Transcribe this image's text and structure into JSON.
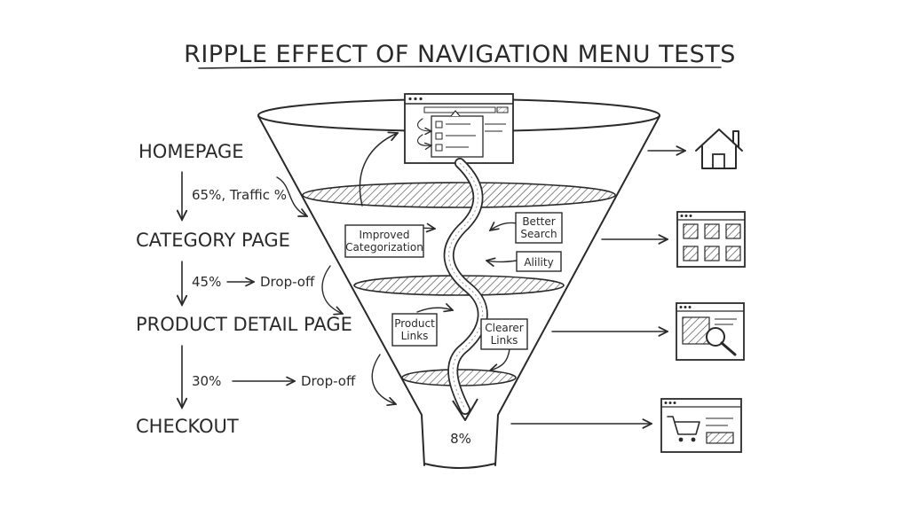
{
  "title": "RIPPLE EFFECT OF NAVIGATION MENU TESTS",
  "stages": [
    {
      "label": "HOMEPAGE"
    },
    {
      "label": "CATEGORY PAGE"
    },
    {
      "label": "PRODUCT DETAIL PAGE"
    },
    {
      "label": "CHECKOUT"
    }
  ],
  "metrics": [
    {
      "text": "65%, Traffic %"
    },
    {
      "value": "45%",
      "note": "Drop-off"
    },
    {
      "value": "30%",
      "note": "Drop-off"
    }
  ],
  "boxes": {
    "improved": [
      "Improved",
      "Categorization"
    ],
    "better_search": [
      "Better",
      "Search"
    ],
    "ability": [
      "Alility"
    ],
    "product_links": [
      "Product",
      "Links"
    ],
    "clearer_links": [
      "Clearer",
      "Links"
    ]
  },
  "funnel_bottom": "8%",
  "icons": [
    "home-icon",
    "category-grid-icon",
    "product-search-icon",
    "checkout-cart-icon"
  ]
}
